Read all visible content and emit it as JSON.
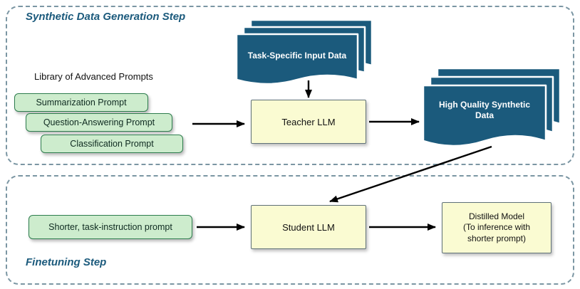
{
  "colors": {
    "dark_teal": "#1b5a7c",
    "green_fill": "#cdeccd",
    "green_border": "#2e7d4e",
    "yellow_fill": "#fafbd2",
    "yellow_border": "#5f7179",
    "panel_border": "#7b96a3",
    "arrow_color": "#000000"
  },
  "top": {
    "title": "Synthetic Data Generation Step",
    "input_stack_label": "Task-Specific Input Data",
    "library_label": "Library of Advanced Prompts",
    "prompts": [
      {
        "label": "Summarization Prompt"
      },
      {
        "label": "Question-Answering Prompt"
      },
      {
        "label": "Classification Prompt"
      }
    ],
    "teacher_llm_label": "Teacher LLM",
    "synthetic_stack_label": "High Quality Synthetic Data"
  },
  "bottom": {
    "title": "Finetuning Step",
    "prompt_label": "Shorter, task-instruction prompt",
    "student_llm_label": "Student LLM",
    "distilled_line1": "Distilled Model",
    "distilled_line2": "(To inference with",
    "distilled_line3": "shorter prompt)"
  }
}
